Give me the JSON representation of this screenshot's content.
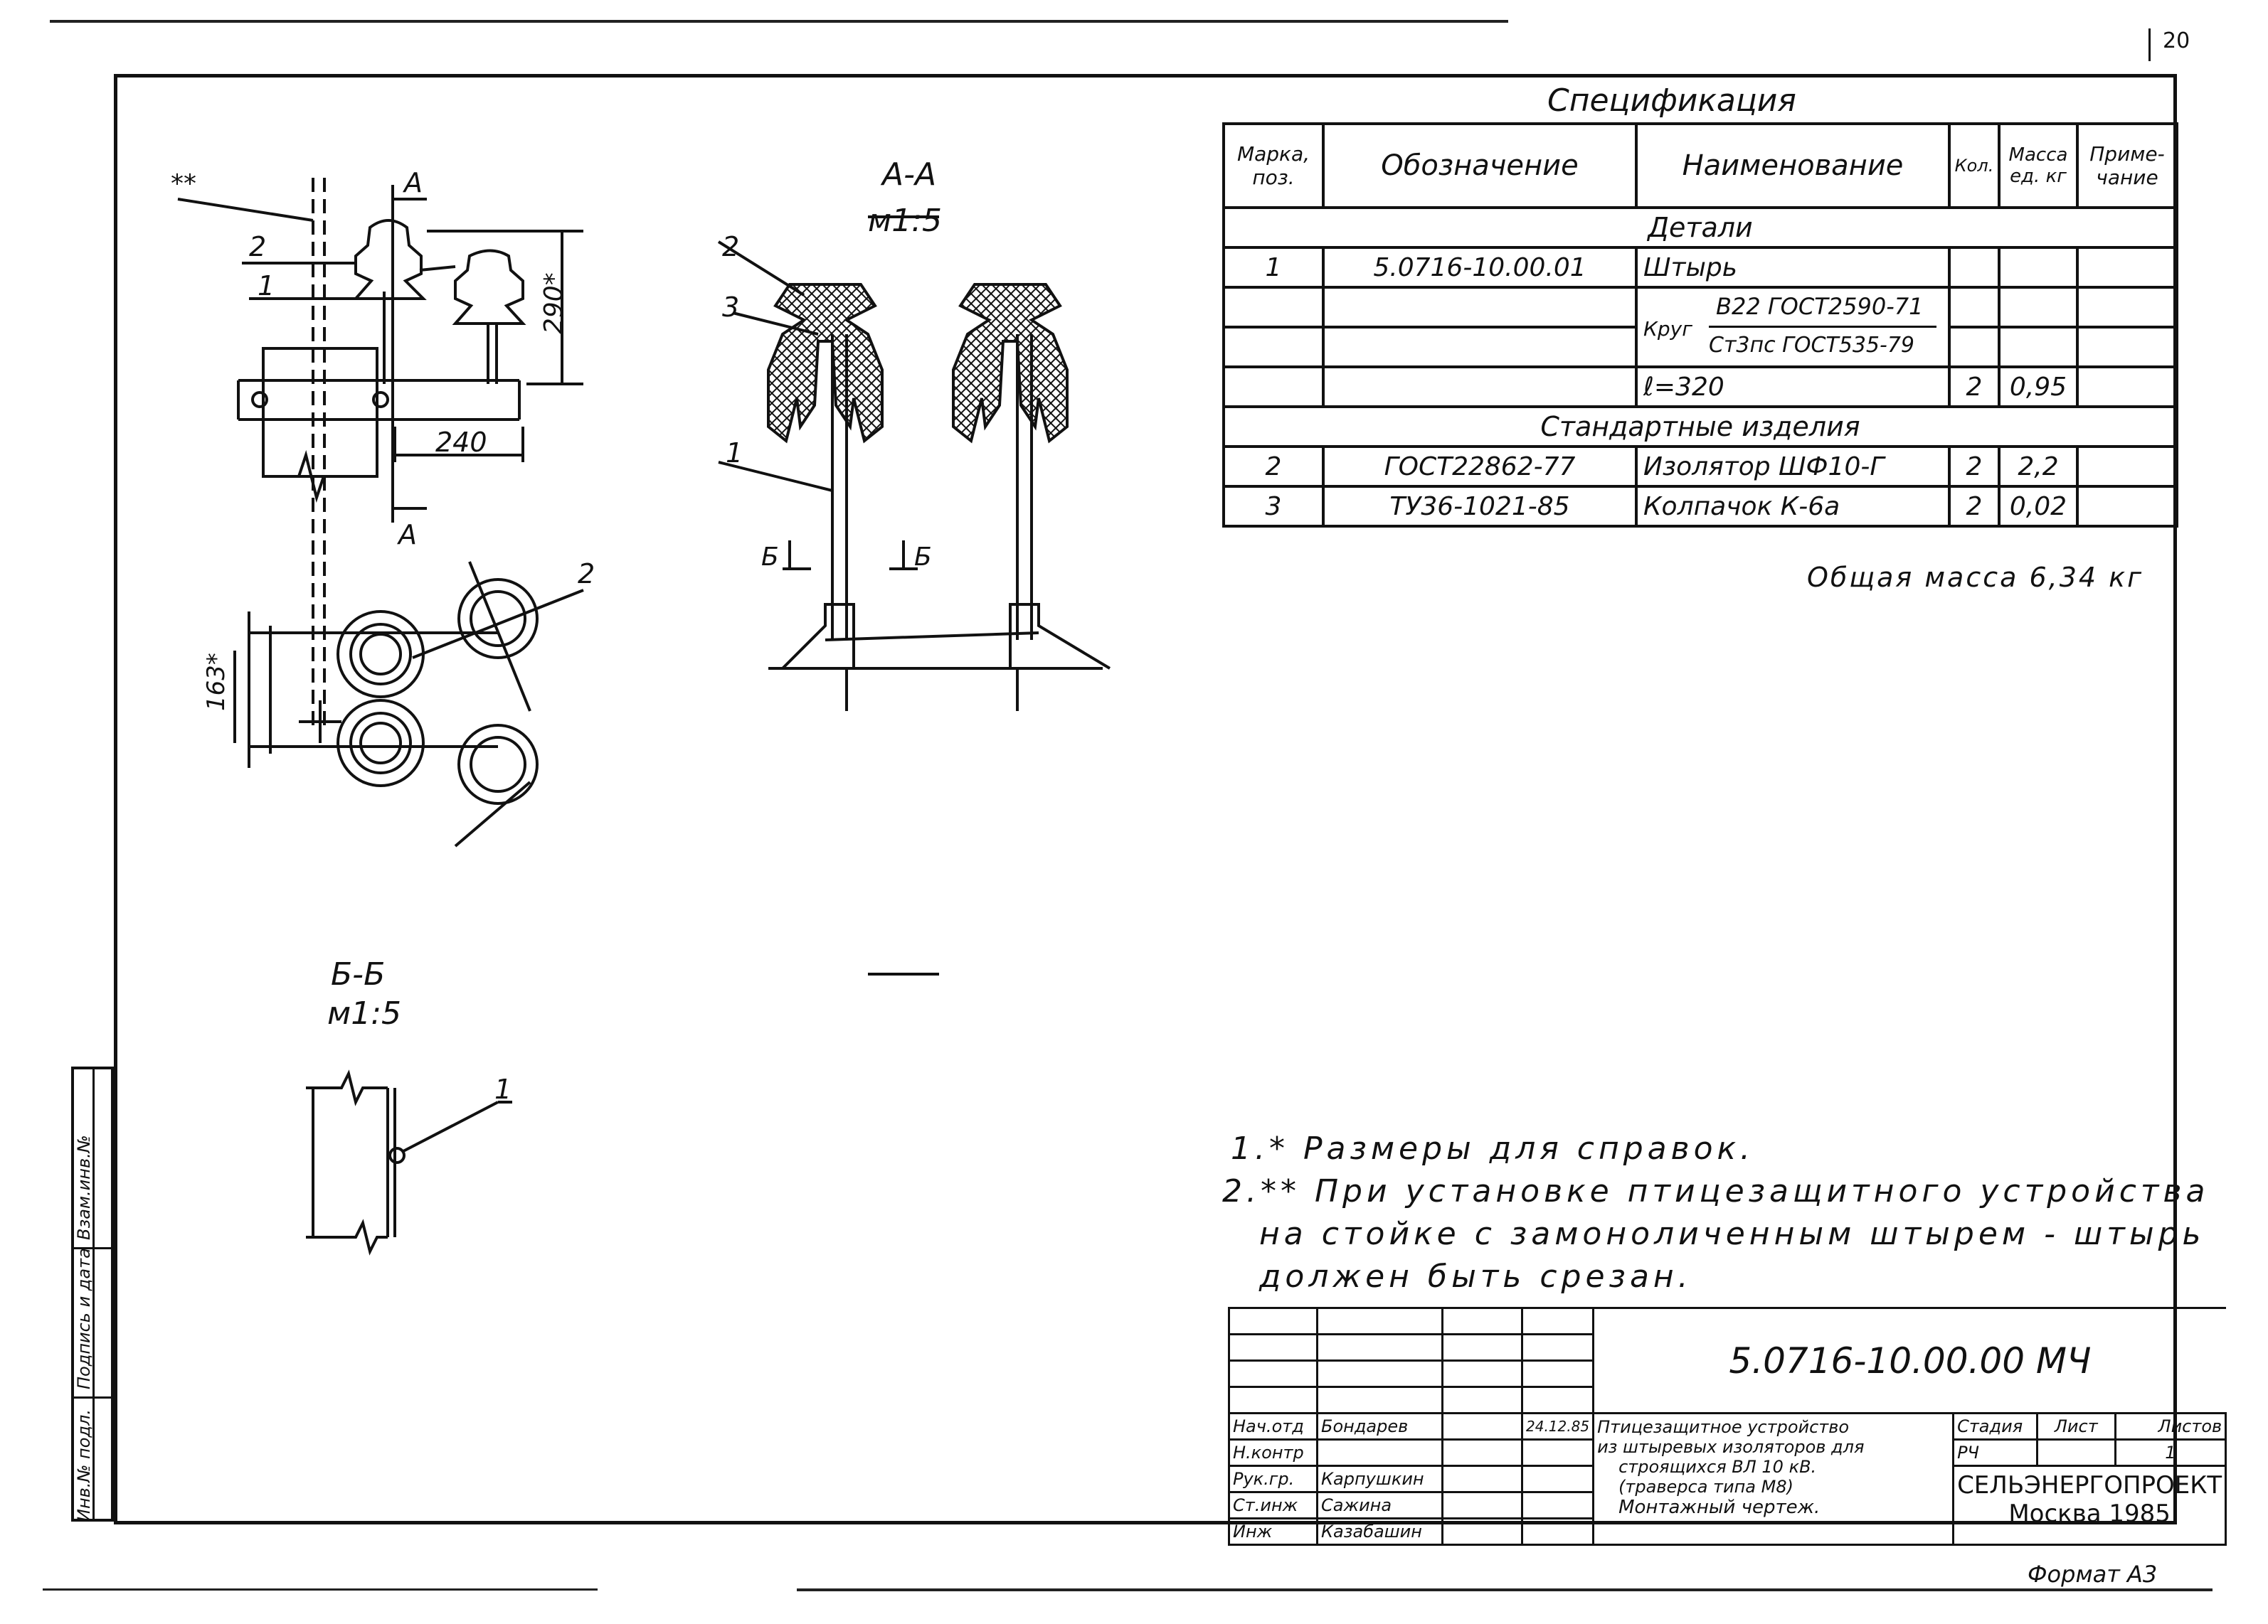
{
  "page_number": "20",
  "drawing": {
    "section_aa": {
      "title": "А-А",
      "scale": "м1:5"
    },
    "section_bb": {
      "title": "Б-Б",
      "scale": "м1:5"
    },
    "labels": {
      "cut_a": "А",
      "cut_b": "Б",
      "pos1": "1",
      "pos2": "2",
      "pos3": "3",
      "dim_290": "290*",
      "dim_240": "240",
      "dim_163": "163*",
      "double_star": "**"
    }
  },
  "specification": {
    "title": "Спецификация",
    "headers": {
      "mark": "Марка, поз.",
      "designation": "Обозначение",
      "name": "Наименование",
      "qty": "Кол.",
      "mass": "Масса ед. кг",
      "note": "Приме- чание"
    },
    "section_details": "Детали",
    "section_standard": "Стандартные изделия",
    "rows": {
      "r1": {
        "mark": "1",
        "designation": "5.0716-10.00.01",
        "name": "Штырь"
      },
      "r1_material_top": "В22 ГОСТ2590-71",
      "r1_material_bottom": "Ст3пс ГОСТ535-79",
      "r1_material_label": "Круг",
      "r1_length": "ℓ=320",
      "r1_qty": "2",
      "r1_mass": "0,95",
      "r2": {
        "mark": "2",
        "designation": "ГОСТ22862-77",
        "name": "Изолятор ШФ10-Г",
        "qty": "2",
        "mass": "2,2"
      },
      "r3": {
        "mark": "3",
        "designation": "ТУ36-1021-85",
        "name": "Колпачок К-6а",
        "qty": "2",
        "mass": "0,02"
      }
    },
    "total_mass": "Общая масса 6,34 кг"
  },
  "notes": {
    "n1": "1.* Размеры для справок.",
    "n2_line1": "2.** При установке птицезащитного устройства",
    "n2_line2": "на стойке с замоноличенным штырем - штырь",
    "n2_line3": "должен быть срезан."
  },
  "title_block": {
    "code": "5.0716-10.00.00 МЧ",
    "roles": [
      "Нач.отд",
      "Н.контр",
      "Рук.гр.",
      "Ст.инж",
      "Инж"
    ],
    "names": [
      "Бондарев",
      "",
      "Карпушкин",
      "Сажина",
      "Казабашин"
    ],
    "date": "24.12.85",
    "description": [
      "Птицезащитное устройство",
      "из штыревых изоляторов для",
      "строящихся ВЛ 10 кВ.",
      "(траверса типа М8)",
      "Монтажный чертеж."
    ],
    "stage_label": "Стадия",
    "sheet_label": "Лист",
    "sheets_label": "Листов",
    "stage": "РЧ",
    "sheet": "",
    "sheets": "1",
    "org": "СЕЛЬЭНЕРГОПРОЕКТ",
    "city_year": "Москва 1985"
  },
  "side_stamp": [
    "Инв.№ подл.",
    "Подпись и дата",
    "Взам.инв.№"
  ],
  "format": "Формат А3"
}
